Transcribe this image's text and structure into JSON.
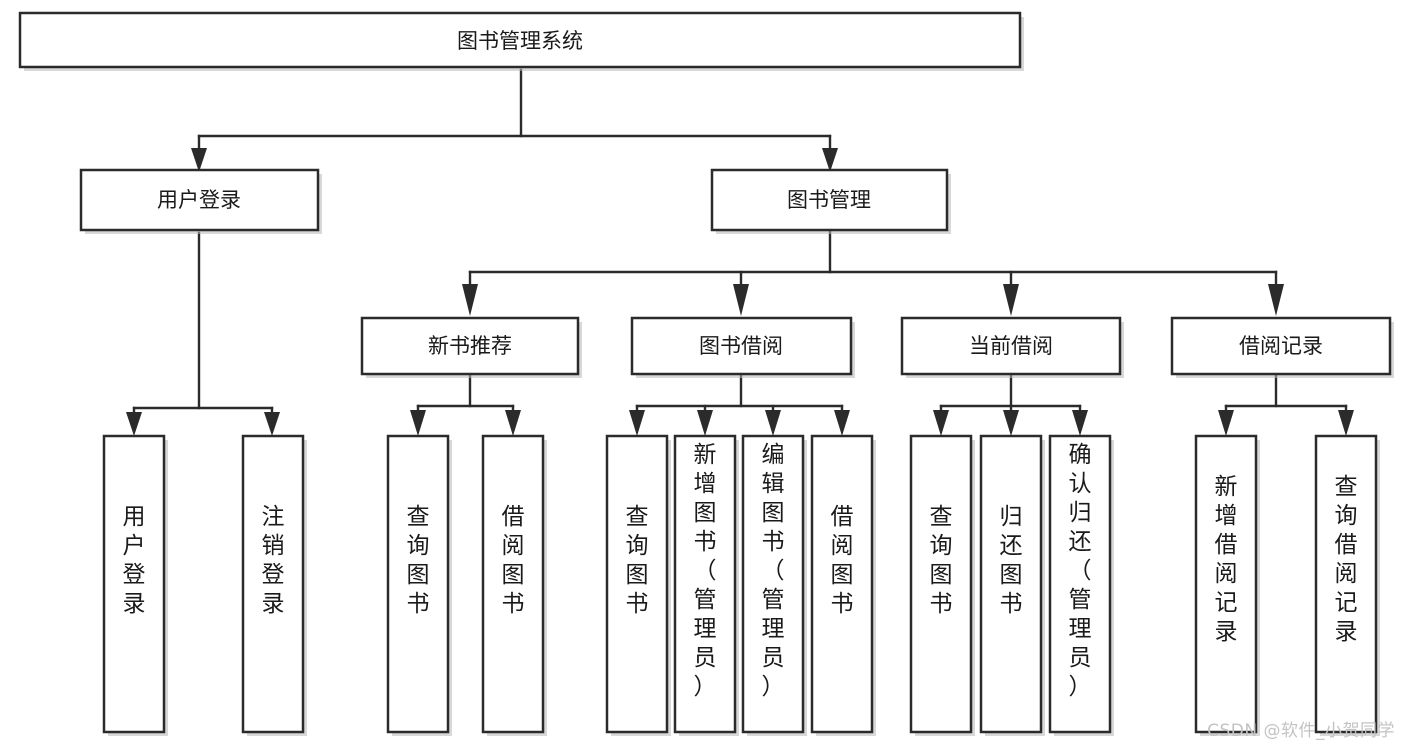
{
  "diagram": {
    "type": "tree-hierarchy-chart",
    "title": "图书管理系统",
    "background_color": "#ffffff",
    "line_color": "#2b2b2b",
    "box_fill": "#ffffff",
    "text_color": "#1a1a1a",
    "levels": [
      {
        "level": 1,
        "nodes": [
          {
            "id": "root",
            "label": "图书管理系统",
            "orientation": "horizontal"
          }
        ]
      },
      {
        "level": 2,
        "nodes": [
          {
            "id": "login",
            "label": "用户登录",
            "orientation": "horizontal",
            "parent": "root"
          },
          {
            "id": "bookmgmt",
            "label": "图书管理",
            "orientation": "horizontal",
            "parent": "root"
          }
        ]
      },
      {
        "level": 3,
        "nodes": [
          {
            "id": "newbook",
            "label": "新书推荐",
            "orientation": "horizontal",
            "parent": "bookmgmt"
          },
          {
            "id": "borrow",
            "label": "图书借阅",
            "orientation": "horizontal",
            "parent": "bookmgmt"
          },
          {
            "id": "current",
            "label": "当前借阅",
            "orientation": "horizontal",
            "parent": "bookmgmt"
          },
          {
            "id": "records",
            "label": "借阅记录",
            "orientation": "horizontal",
            "parent": "bookmgmt"
          }
        ]
      },
      {
        "level": 4,
        "nodes": [
          {
            "id": "leaf1",
            "label": "用户登录",
            "orientation": "vertical",
            "parent": "login"
          },
          {
            "id": "leaf2",
            "label": "注销登录",
            "orientation": "vertical",
            "parent": "login"
          },
          {
            "id": "leaf3",
            "label": "查询图书",
            "orientation": "vertical",
            "parent": "newbook"
          },
          {
            "id": "leaf4",
            "label": "借阅图书",
            "orientation": "vertical",
            "parent": "newbook"
          },
          {
            "id": "leaf5",
            "label": "查询图书",
            "orientation": "vertical",
            "parent": "borrow"
          },
          {
            "id": "leaf6",
            "label": "新增图书（管理员）",
            "orientation": "vertical",
            "parent": "borrow"
          },
          {
            "id": "leaf7",
            "label": "编辑图书（管理员）",
            "orientation": "vertical",
            "parent": "borrow"
          },
          {
            "id": "leaf8",
            "label": "借阅图书",
            "orientation": "vertical",
            "parent": "borrow"
          },
          {
            "id": "leaf9",
            "label": "查询图书",
            "orientation": "vertical",
            "parent": "current"
          },
          {
            "id": "leaf10",
            "label": "归还图书",
            "orientation": "vertical",
            "parent": "current"
          },
          {
            "id": "leaf11",
            "label": "确认归还（管理员）",
            "orientation": "vertical",
            "parent": "current"
          },
          {
            "id": "leaf12",
            "label": "新增借阅记录",
            "orientation": "vertical",
            "parent": "records"
          },
          {
            "id": "leaf13",
            "label": "查询借阅记录",
            "orientation": "vertical",
            "parent": "records"
          }
        ]
      }
    ]
  },
  "watermark": {
    "text": "CSDN @软件_小贺同学"
  }
}
